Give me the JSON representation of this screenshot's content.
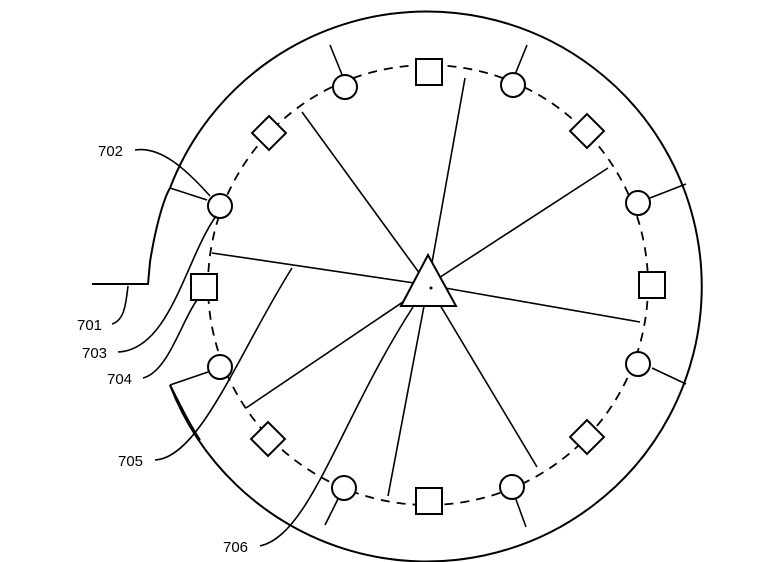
{
  "labels": {
    "l701": "701",
    "l702": "702",
    "l703": "703",
    "l704": "704",
    "l705": "705",
    "l706": "706"
  },
  "colors": {
    "ink": "#000000",
    "paper": "#ffffff"
  },
  "elements": {
    "outer_ring": "outer housing circle with a cut-out notch",
    "inner_ring": "dashed circle",
    "node_types": [
      "circle",
      "square",
      "diamond",
      "triangle"
    ]
  }
}
